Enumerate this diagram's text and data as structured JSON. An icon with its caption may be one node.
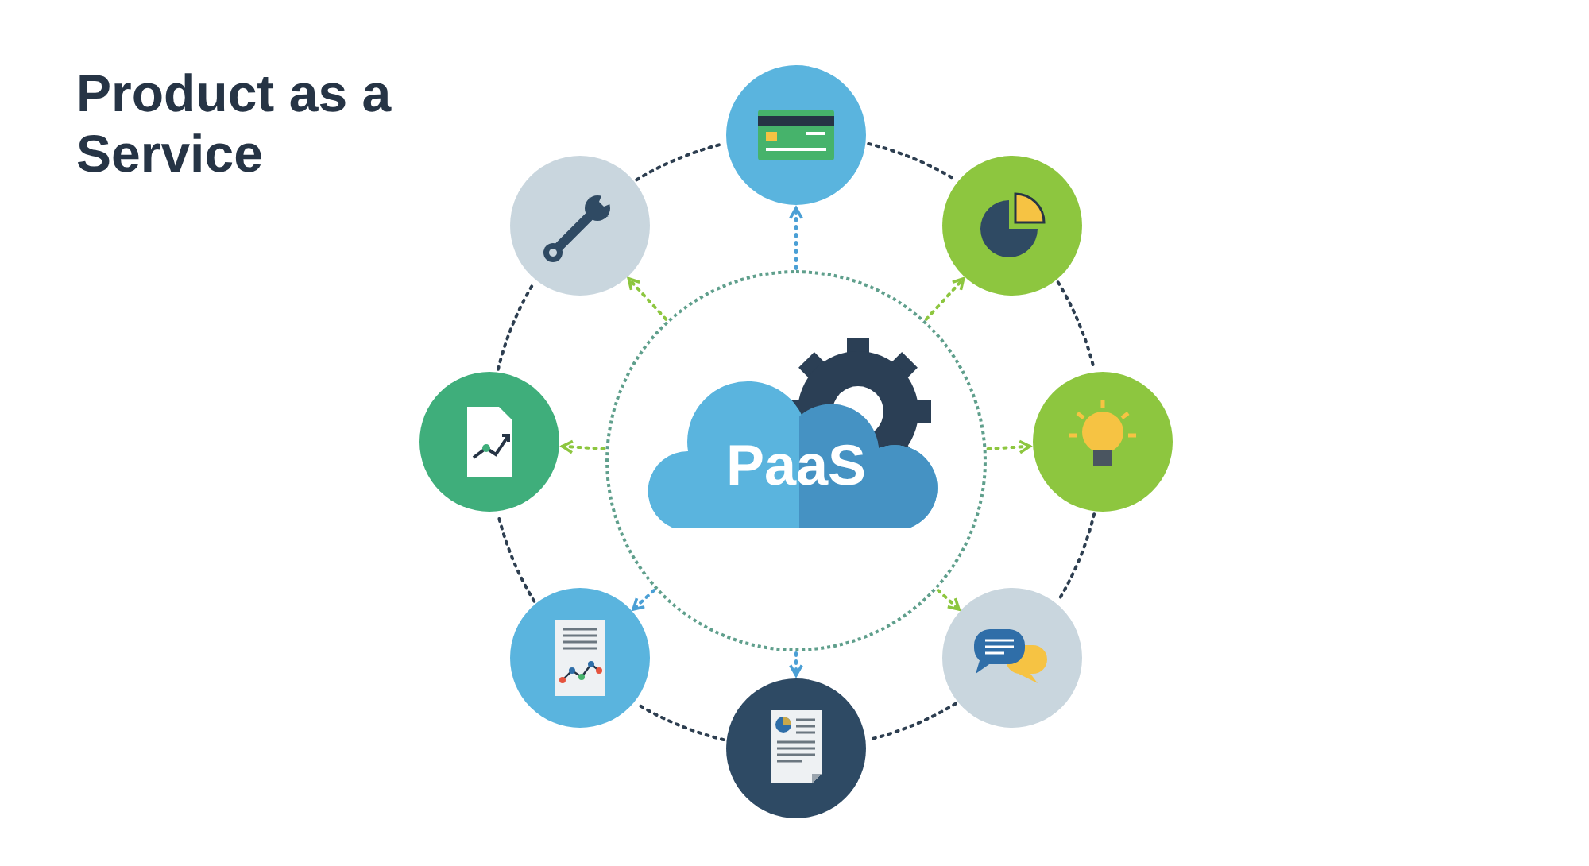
{
  "diagram": {
    "title": "Product as a Service",
    "nodes": [
      {
        "text": [
          "PaaS"
        ]
      },
      {
        "text": [],
        "shape": "circle"
      },
      {
        "text": [],
        "shape": "circle"
      },
      {
        "text": [],
        "shape": "circle"
      },
      {
        "text": [],
        "shape": "circle"
      },
      {
        "text": [],
        "shape": "circle"
      },
      {
        "text": [],
        "shape": "circle"
      },
      {
        "text": [],
        "shape": "circle"
      },
      {
        "text": [],
        "shape": "circle"
      }
    ],
    "edges": [
      {
        "from": 0,
        "to": 1,
        "arrow": "to",
        "style": "dashed",
        "color": "#4a9fd5"
      },
      {
        "from": 0,
        "to": 2,
        "arrow": "to",
        "style": "dashed",
        "color": "#8dc63f"
      },
      {
        "from": 0,
        "to": 3,
        "arrow": "to",
        "style": "dashed",
        "color": "#8dc63f"
      },
      {
        "from": 0,
        "to": 4,
        "arrow": "to",
        "style": "dashed",
        "color": "#8dc63f"
      },
      {
        "from": 0,
        "to": 5,
        "arrow": "to",
        "style": "dashed",
        "color": "#4a9fd5"
      },
      {
        "from": 0,
        "to": 6,
        "arrow": "to",
        "style": "dashed",
        "color": "#4a9fd5"
      },
      {
        "from": 0,
        "to": 7,
        "arrow": "to",
        "style": "dashed",
        "color": "#8dc63f"
      },
      {
        "from": 0,
        "to": 8,
        "arrow": "to",
        "style": "dashed",
        "color": "#8dc63f"
      },
      {
        "from": 1,
        "to": 2,
        "arrow": "none",
        "style": "dashed",
        "color": "#2d3e50"
      },
      {
        "from": 2,
        "to": 3,
        "arrow": "none",
        "style": "dashed",
        "color": "#2d3e50"
      },
      {
        "from": 3,
        "to": 4,
        "arrow": "none",
        "style": "dashed",
        "color": "#2d3e50"
      },
      {
        "from": 4,
        "to": 5,
        "arrow": "none",
        "style": "dashed",
        "color": "#2d3e50"
      },
      {
        "from": 5,
        "to": 6,
        "arrow": "none",
        "style": "dashed",
        "color": "#2d3e50"
      },
      {
        "from": 6,
        "to": 7,
        "arrow": "none",
        "style": "dashed",
        "color": "#2d3e50"
      },
      {
        "from": 7,
        "to": 8,
        "arrow": "none",
        "style": "dashed",
        "color": "#2d3e50"
      },
      {
        "from": 8,
        "to": 1,
        "arrow": "none",
        "style": "dashed",
        "color": "#2d3e50"
      }
    ]
  }
}
